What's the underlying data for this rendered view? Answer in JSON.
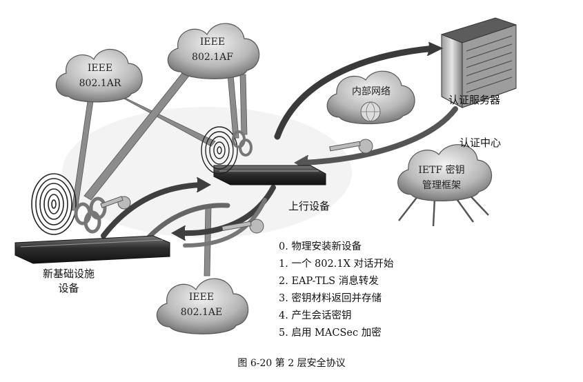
{
  "clouds": {
    "ar": [
      "IEEE",
      "802.1AR"
    ],
    "af": [
      "IEEE",
      "802.1AF"
    ],
    "ae": [
      "IEEE",
      "802.1AE"
    ],
    "internal": "内部网络",
    "ietf": [
      "IETF 密钥",
      "管理框架"
    ]
  },
  "labels": {
    "auth_server": "认证服务器",
    "auth_center": "认证中心",
    "upstream": "上行设备",
    "new_device": [
      "新基础设施",
      "设备"
    ]
  },
  "steps": [
    "0.  物理安装新设备",
    "1.  一个 802.1X 对话开始",
    "2.  EAP-TLS 消息转发",
    "3.  密钥材料返回并存储",
    "4.  产生会话密钥",
    "5.  启用 MACSec 加密"
  ],
  "caption": "图 6-20    第 2 层安全协议"
}
